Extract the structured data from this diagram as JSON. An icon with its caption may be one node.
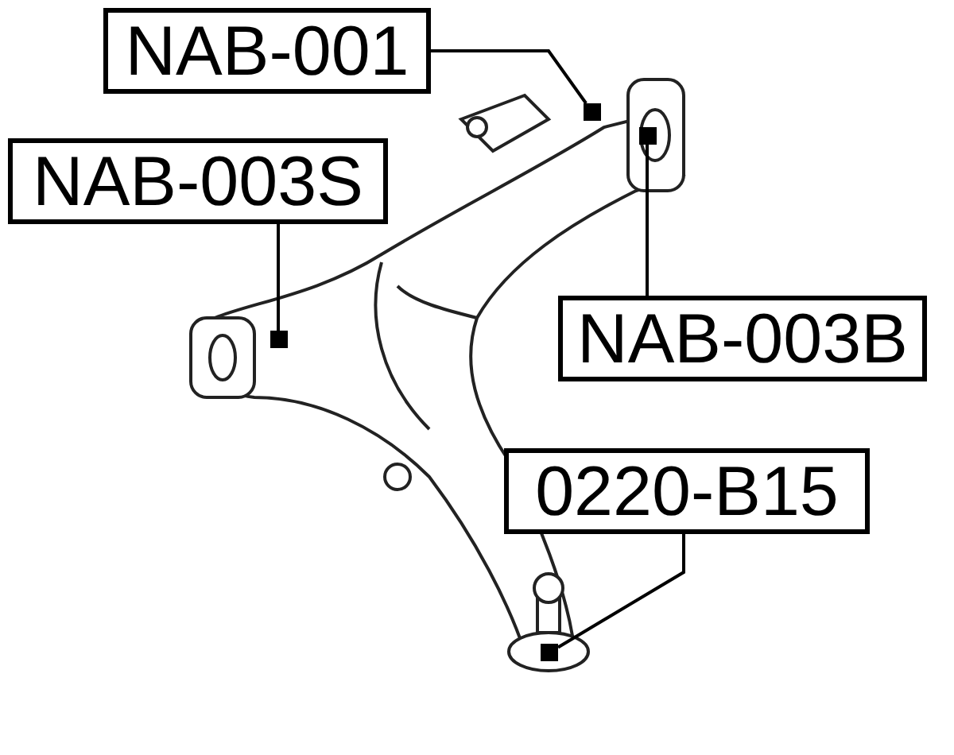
{
  "diagram": {
    "nodes": [
      {
        "text": [
          "NAB-001"
        ]
      },
      {
        "text": [],
        "shape": "box"
      },
      {
        "text": [
          "NAB-003S"
        ]
      },
      {
        "text": [],
        "shape": "box"
      },
      {
        "text": [
          "NAB-003B"
        ]
      },
      {
        "text": [],
        "shape": "box"
      },
      {
        "text": [
          "0220-B15"
        ]
      },
      {
        "text": [],
        "shape": "box"
      }
    ],
    "edges": [
      {
        "from": 0,
        "to": 1,
        "arrow": "none"
      },
      {
        "from": 2,
        "to": 3,
        "arrow": "none"
      },
      {
        "from": 4,
        "to": 5,
        "arrow": "none"
      },
      {
        "from": 6,
        "to": 7,
        "arrow": "none"
      }
    ]
  }
}
